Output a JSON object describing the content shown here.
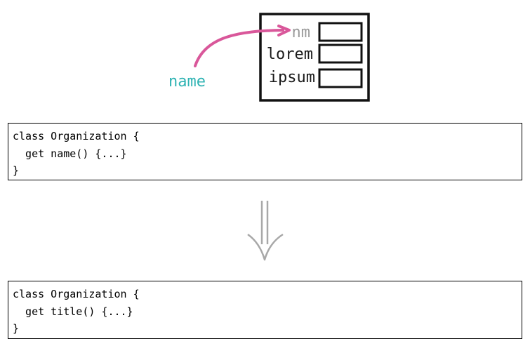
{
  "diagram": {
    "incoming_label": "name",
    "record_fields": [
      "nm",
      "lorem",
      "ipsum"
    ],
    "colors": {
      "label": "#2fb3b3",
      "arrow": "#d9579a",
      "highlighted_field": "#9a9a9a",
      "field_text": "#1a1a1a",
      "record_border": "#111111"
    }
  },
  "code_before": {
    "lines": [
      "class Organization {",
      "  get name() {...}",
      "}"
    ]
  },
  "transform_arrow": {
    "icon": "double-down-arrow-icon",
    "color": "#a8a8a8"
  },
  "code_after": {
    "lines": [
      "class Organization {",
      "  get title() {...}",
      "}"
    ]
  }
}
